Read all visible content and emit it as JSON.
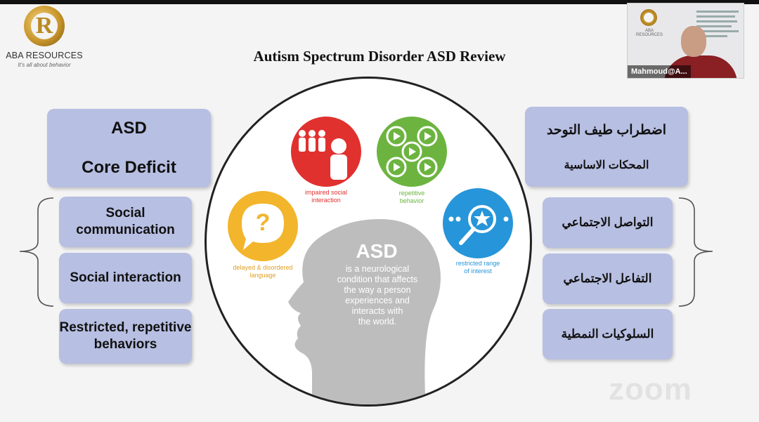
{
  "logo": {
    "name": "ABA RESOURCES",
    "tagline": "It's all about behavior",
    "letter": "R"
  },
  "slide": {
    "title": "Autism Spectrum Disorder ASD  Review"
  },
  "left": {
    "core_line1": "ASD",
    "core_line2": "Core Deficit",
    "items": [
      "Social communication",
      "Social interaction",
      "Restricted, repetitive behaviors"
    ]
  },
  "right": {
    "core_line1": "اضطراب طيف التوحد",
    "core_line2": "المحكات الاساسية",
    "items": [
      "التواصل الاجتماعي",
      "التفاعل الاجتماعي",
      "السلوكيات النمطية"
    ]
  },
  "diagram": {
    "center_title": "ASD",
    "center_text": [
      "is a neurological",
      "condition that affects",
      "the way a person",
      "experiences and",
      "interacts with",
      "the world."
    ],
    "captions": {
      "social": [
        "impaired social",
        "interaction"
      ],
      "repetitive": [
        "repetitive",
        "behavior"
      ],
      "language": [
        "delayed & disordered",
        "language"
      ],
      "interest": [
        "restricted range",
        "of interest"
      ]
    },
    "question_mark": "?",
    "colors": {
      "red": "#e0312f",
      "green": "#6cb43f",
      "yellow": "#f2b52b",
      "blue": "#2795d9",
      "head": "#bdbdbd"
    }
  },
  "video": {
    "participant": "Mahmoud@A...",
    "logo_text": "ABA RESOURCES"
  },
  "zoom_watermark": "zoom"
}
